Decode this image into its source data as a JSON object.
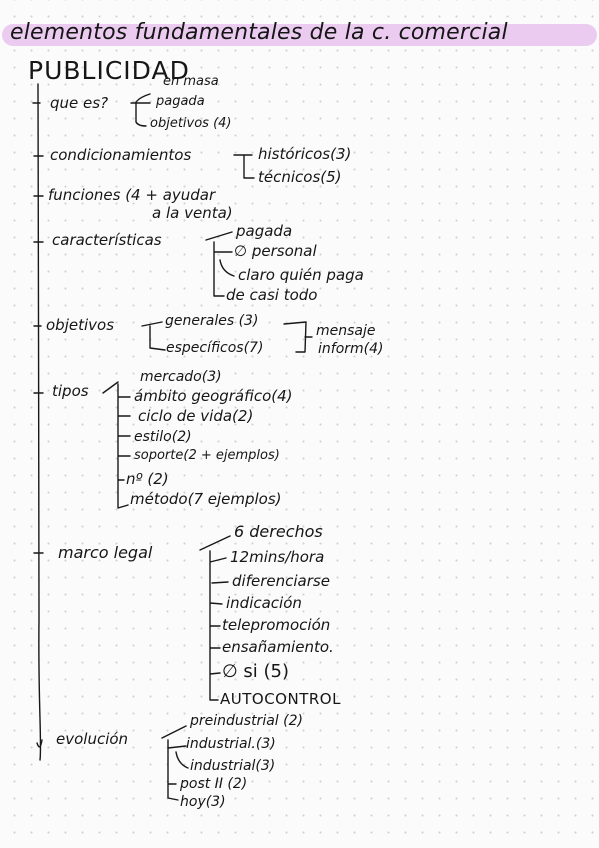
{
  "title": "elementos fundamentales de la c. comercial",
  "main_topic": "PUBLICIDAD",
  "que_es": {
    "label": "que es?",
    "items": [
      "en masa",
      "pagada",
      "objetivos (4)"
    ]
  },
  "condicionamientos": {
    "label": "condicionamientos",
    "items": [
      "históricos(3)",
      "técnicos(5)"
    ]
  },
  "funciones": {
    "line1": "funciones (4 + ayudar",
    "line2": "a la venta)"
  },
  "caracteristicas": {
    "label": "características",
    "items": [
      "pagada",
      "∅ personal",
      "claro quién paga",
      "de casi todo"
    ]
  },
  "objetivos": {
    "label": "objetivos",
    "items": [
      "generales (3)",
      "específicos(7)"
    ],
    "note_line1": "mensaje",
    "note_line2": "inform(4)"
  },
  "tipos": {
    "label": "tipos",
    "items": [
      "mercado(3)",
      "ámbito geográfico(4)",
      "ciclo de vida(2)",
      "estilo(2)",
      "soporte(2 + ejemplos)",
      "nº (2)",
      "método(7 ejemplos)"
    ]
  },
  "marco_legal": {
    "label": "marco legal",
    "items": [
      "6 derechos",
      "12mins/hora",
      "diferenciarse",
      "indicación",
      "telepromoción",
      "ensañamiento.",
      "∅ si (5)",
      "AUTOCONTROL"
    ]
  },
  "evolucion": {
    "label": "evolución",
    "items": [
      "preindustrial (2)",
      "industrial.(3)",
      "industrial(3)",
      "post II (2)",
      "hoy(3)"
    ]
  }
}
